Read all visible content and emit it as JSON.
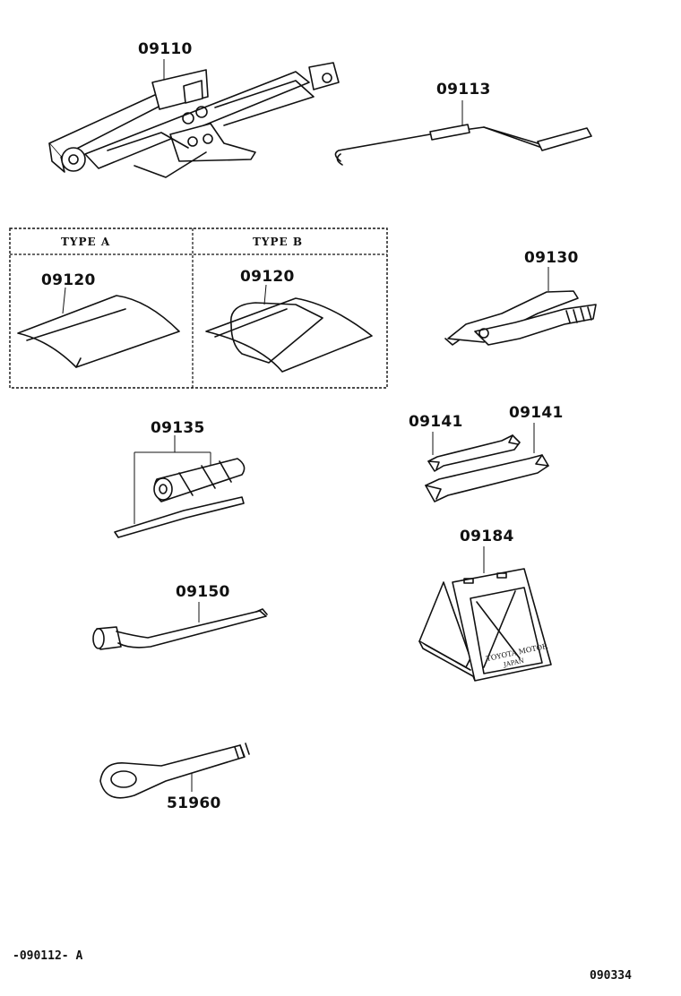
{
  "parts": {
    "jack": "09110",
    "handle": "09113",
    "tool_bag_a": "09120",
    "tool_bag_b": "09120",
    "pliers": "09130",
    "screwdriver": "09135",
    "wrench_1": "09141",
    "wrench_2": "09141",
    "wheel_chock": "09184",
    "lug_wrench": "09150",
    "towing_eye": "51960"
  },
  "table": {
    "type_a": "TYPE A",
    "type_b": "TYPE B"
  },
  "chock_text": {
    "line1": "TOYOTA MOTOR",
    "line2": "JAPAN"
  },
  "footer": {
    "left": "-090112- A",
    "right": "090334"
  }
}
